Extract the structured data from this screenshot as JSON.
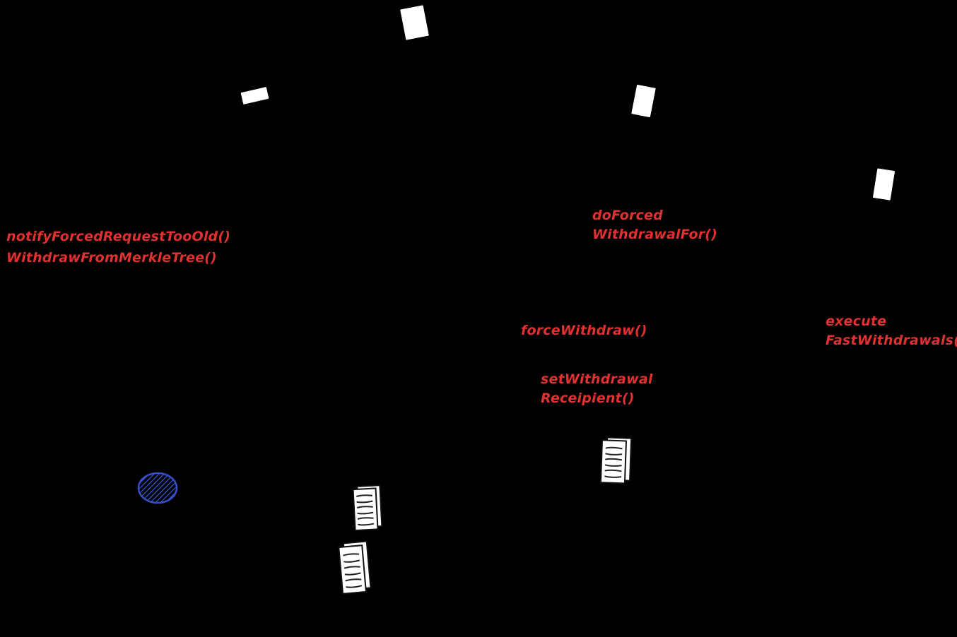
{
  "diagram": {
    "colors": {
      "background": "#000000",
      "label_red": "#e03131",
      "paper_white": "#ffffff",
      "scribble_blue": "#3b5bdb",
      "scribble_blue_dark": "#364fc7"
    },
    "labels": {
      "notify_forced": {
        "line1": "notifyForcedRequestTooOld()",
        "line2": "WithdrawFromMerkleTree()"
      },
      "do_forced": {
        "line1": "doForced",
        "line2": "WithdrawalFor()"
      },
      "force_withdraw": {
        "line1": "forceWithdraw()"
      },
      "execute_fast": {
        "line1": "execute",
        "line2": "FastWithdrawals()"
      },
      "set_withdrawal": {
        "line1": "setWithdrawal",
        "line2": "Receipient()"
      }
    },
    "icons": {
      "document_top": "document-icon",
      "document_left": "document-icon",
      "document_right": "document-icon",
      "document_far_right": "document-icon",
      "document_lines_1": "document-lines-icon",
      "document_lines_2": "document-lines-icon",
      "document_lines_3": "document-lines-icon",
      "scribble": "scribble-ellipse-icon"
    }
  }
}
